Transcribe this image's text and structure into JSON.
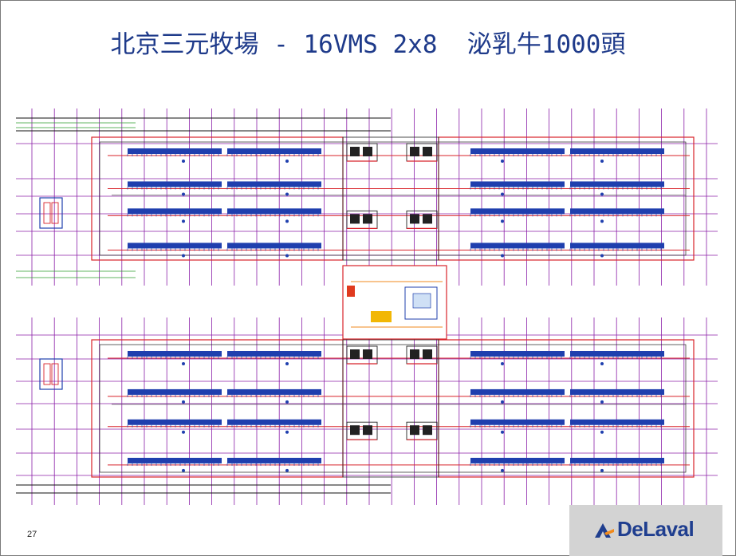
{
  "slide": {
    "title": "北京三元牧場 - 16VMS 2x8  泌乳牛1000頭",
    "page_number": "27"
  },
  "brand": {
    "logo_text": "DeLaval",
    "logo_icon": "delaval-logo-icon"
  },
  "plan": {
    "barn_halves": 2,
    "rows_per_half": 2,
    "stall_groups_per_row_per_side": 2,
    "vms_units": 16
  },
  "colors": {
    "title": "#1e3a8a",
    "wall_red": "#d8232a",
    "grid_purple": "#8b1fa8",
    "stalls_blue": "#1f3fae",
    "green_lines": "#2e9b2e",
    "logo_bg": "#d3d3d3",
    "logo_blue": "#1f3e8f",
    "logo_orange": "#f08a1c"
  }
}
